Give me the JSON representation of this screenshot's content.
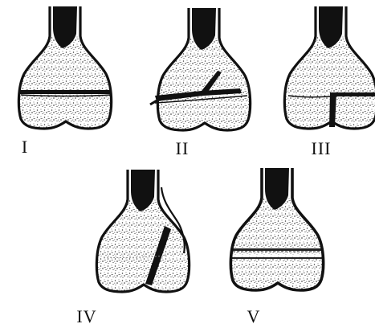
{
  "diagram": {
    "panels": [
      {
        "id": "type-1",
        "label": "I"
      },
      {
        "id": "type-2",
        "label": "II"
      },
      {
        "id": "type-3",
        "label": "III"
      },
      {
        "id": "type-4",
        "label": "IV"
      },
      {
        "id": "type-5",
        "label": "V"
      }
    ]
  }
}
